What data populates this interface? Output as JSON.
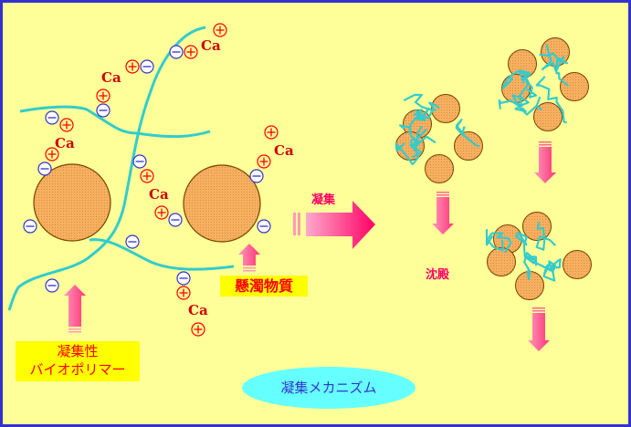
{
  "diagram": {
    "title": "凝集メカニズム",
    "labels": {
      "calcium": "Ca",
      "biopolymer_line1": "凝集性",
      "biopolymer_line2": "バイオポリマー",
      "suspended_solids": "懸濁物質",
      "coagulation": "凝集",
      "sedimentation": "沈殿"
    },
    "colors": {
      "background": "#ffff99",
      "border": "#3333cc",
      "polymer": "#33cccc",
      "particle": "#f0a860",
      "cation": "#ff0000",
      "anion": "#3333cc",
      "arrow": "#ff3377",
      "label_bg": "#ffff00",
      "title_bg": "#66ffff"
    }
  }
}
